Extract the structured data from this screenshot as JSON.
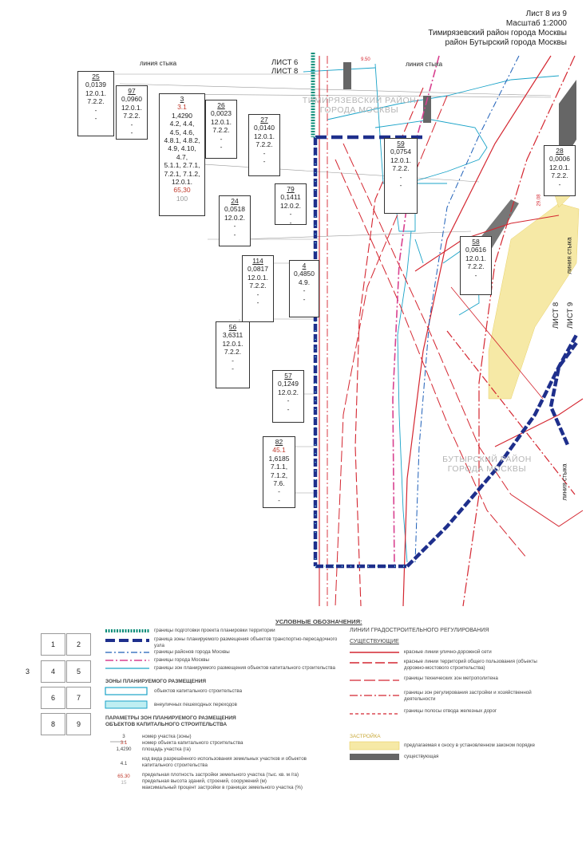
{
  "header": {
    "sheet": "Лист 8 из 9",
    "scale": "Масштаб 1:2000",
    "district1": "Тимирязевский район города Москвы",
    "district2": "район Бутырский города Москвы"
  },
  "map": {
    "sheet_top": "ЛИСТ 6",
    "sheet_bottom": "ЛИСТ 8",
    "sheet_right1": "ЛИСТ 8",
    "sheet_right2": "ЛИСТ 9",
    "joint_line_left": "линия стыка",
    "joint_line_top": "линия стыка",
    "joint_line_right_top": "линия стыка",
    "joint_line_right_bottom": "линия стыка",
    "red_dim_top": "9.50",
    "red_dim_right": "29.08",
    "district_top": [
      "ТИМИРЯЗЕВСКИЙ РАЙОН",
      "ГОРОДА МОСКВЫ"
    ],
    "district_bottom": [
      "БУТЫРСКИЙ РАЙОН",
      "ГОРОДА МОСКВЫ"
    ]
  },
  "parcels": [
    {
      "id": "25",
      "lines": [
        "0,0139",
        "12.0.1.",
        "7.2.2.",
        "-",
        "-"
      ]
    },
    {
      "id": "97",
      "lines": [
        "0,0960",
        "12.0.1.",
        "7.2.2.",
        "-",
        "-"
      ]
    },
    {
      "id": "3",
      "lines": [
        "3.1",
        "1,4290",
        "4.2, 4.4,",
        "4.5, 4.6,",
        "4.8.1, 4.8.2,",
        "4.9, 4.10,",
        "4.7,",
        "5.1.1, 2.7.1,",
        "7.2.1, 7.1.2,",
        "12.0.1.",
        "65,30",
        "100"
      ]
    },
    {
      "id": "26",
      "lines": [
        "0,0023",
        "12.0.1.",
        "7.2.2.",
        "-",
        "-"
      ]
    },
    {
      "id": "27",
      "lines": [
        "0,0140",
        "12.0.1.",
        "7.2.2.",
        "-",
        "-"
      ]
    },
    {
      "id": "79",
      "lines": [
        "0,1411",
        "12.0.2.",
        "-",
        "-"
      ]
    },
    {
      "id": "24",
      "lines": [
        "0,0518",
        "12.0.2.",
        "-",
        "-"
      ]
    },
    {
      "id": "59",
      "lines": [
        "0,0754",
        "12.0.1.",
        "7.2.2.",
        "-",
        "-"
      ]
    },
    {
      "id": "28",
      "lines": [
        "0,0006",
        "12.0.1.",
        "7.2.2.",
        "-"
      ]
    },
    {
      "id": "58",
      "lines": [
        "0,0616",
        "12.0.1.",
        "7.2.2.",
        "-"
      ]
    },
    {
      "id": "114",
      "lines": [
        "0,0817",
        "12.0.1.",
        "7.2.2.",
        "-",
        "-"
      ]
    },
    {
      "id": "4",
      "lines": [
        "0,4850",
        "4.9.",
        "-",
        "-"
      ]
    },
    {
      "id": "56",
      "lines": [
        "3,6311",
        "12.0.1.",
        "7.2.2.",
        "-",
        "-"
      ]
    },
    {
      "id": "57",
      "lines": [
        "0,1249",
        "12.0.2.",
        "-",
        "-"
      ]
    },
    {
      "id": "82",
      "lines": [
        "45.1",
        "1,6185",
        "7.1.1, 7.1.2,",
        "7.6.",
        "-",
        "-"
      ]
    }
  ],
  "legend": {
    "title": "УСЛОВНЫЕ ОБОЗНАЧЕНИЯ:",
    "items_left": [
      "границы подготовки проекта планировки территории",
      "граница зоны планируемого размещения объектов транспортно-пересадочного узла",
      "границы районов города Москвы",
      "границы города Москвы",
      "границы зон планируемого размещения объектов капитального строительства"
    ],
    "zones_title": "ЗОНЫ ПЛАНИРУЕМОГО РАЗМЕЩЕНИЯ",
    "zones": [
      "объектов капитального строительства",
      "внеуличных пешеходных переходов"
    ],
    "params_title": "ПАРАМЕТРЫ ЗОН ПЛАНИРУЕМОГО РАЗМЕЩЕНИЯ ОБЪЕКТОВ КАПИТАЛЬНОГО СТРОИТЕЛЬСТВА",
    "param_sample": [
      "3",
      "3.1",
      "1,4290",
      "4.1",
      "65.30",
      "15"
    ],
    "params": [
      "номер участка (зоны)",
      "номер объекта капитального строительства",
      "площадь участка (га)",
      "код вида разрешённого использования земельных участков и объектов капитального строительства",
      "предельная плотность застройки земельного участка (тыс. кв. м /га)",
      "предельная высота зданий, строений, сооружений (м)",
      "максимальный процент застройки в границах земельного участка (%)"
    ],
    "reg_title": "ЛИНИИ ГРАДОСТРОИТЕЛЬНОГО РЕГУЛИРОВАНИЯ",
    "reg_sub": "СУЩЕСТВУЮЩИЕ",
    "reg_items": [
      "красные линии улично-дорожной сети",
      "красные линии территорий общего пользования (объекты дорожно-мостового строительства)",
      "границы технических зон метрополитена",
      "границы зон регулирования застройки и хозяйственной деятельности",
      "границы полосы отвода железных дорог"
    ],
    "build_title": "ЗАСТРОЙКА",
    "build_items": [
      "предлагаемая к сносу в установленном законом порядке",
      "существующая"
    ]
  },
  "sheet_grid": [
    "1",
    "2",
    "3",
    "4",
    "5",
    "6",
    "7",
    "8",
    "9"
  ]
}
